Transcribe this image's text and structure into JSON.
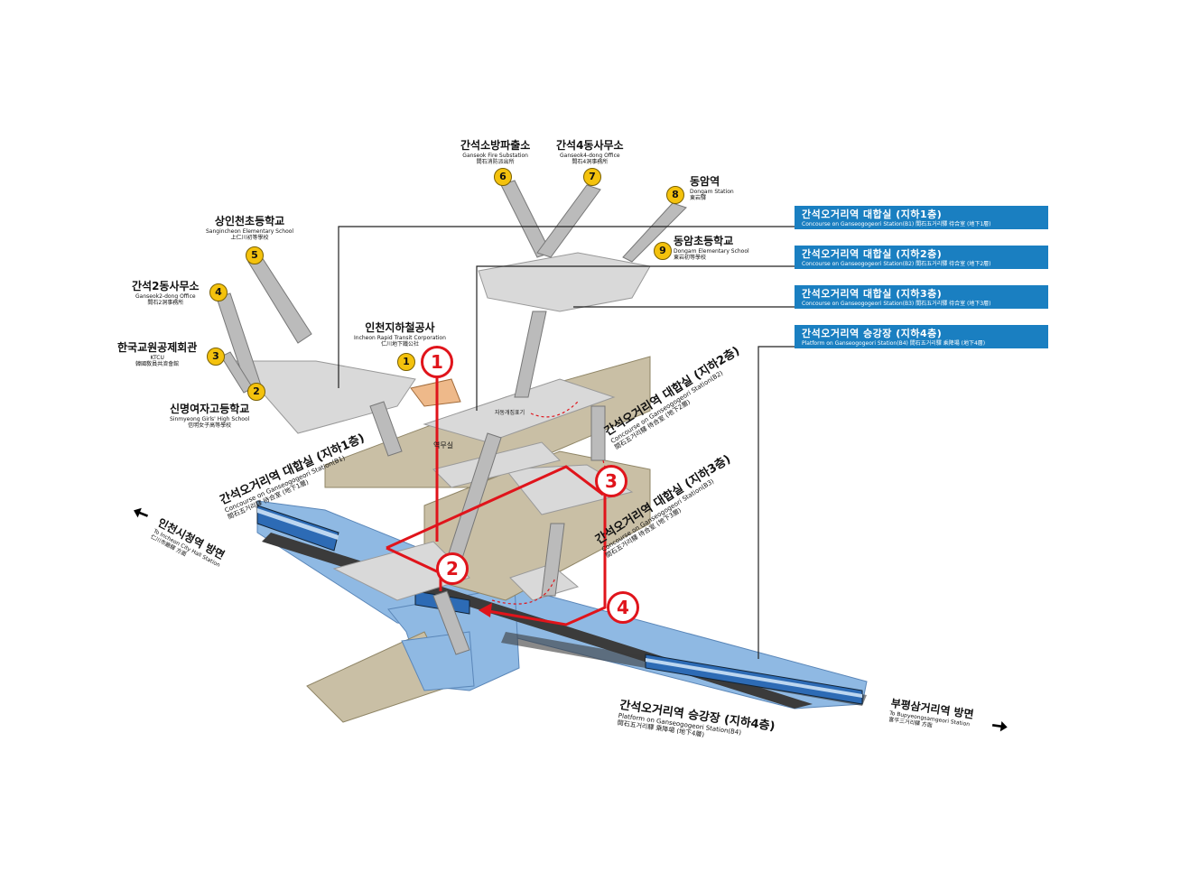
{
  "legend": [
    {
      "ko": "간석오거리역 대합실 (지하1층)",
      "en": "Concourse on Ganseogogeori Station(B1)   間石五거리驛 待合室 (地下1層)"
    },
    {
      "ko": "간석오거리역 대합실 (지하2층)",
      "en": "Concourse on Ganseogogeori Station(B2)   間石五거리驛 待合室 (地下2層)"
    },
    {
      "ko": "간석오거리역 대합실 (지하3층)",
      "en": "Concourse on Ganseogogeori Station(B3)   間石五거리驛 待合室 (地下3層)"
    },
    {
      "ko": "간석오거리역 승강장 (지하4층)",
      "en": "Platform on Ganseogogeori Station(B4)   間石五거리驛 乘降場 (地下4層)"
    }
  ],
  "exits": [
    {
      "num": "1",
      "ko": "인천지하철공사",
      "en": "Incheon Rapid Transit Corporation",
      "cn": "仁川地下鐵公社"
    },
    {
      "num": "2",
      "ko": "신명여자고등학교",
      "en": "Sinmyeong Girls' High School",
      "cn": "信明女子高等學校"
    },
    {
      "num": "3",
      "ko": "한국교원공제회관",
      "en": "KTCU",
      "cn": "韓國敎員共濟會館"
    },
    {
      "num": "4",
      "ko": "간석2동사무소",
      "en": "Ganseok2-dong Office",
      "cn": "間石2洞事務所"
    },
    {
      "num": "5",
      "ko": "상인천초등학교",
      "en": "Sangincheon Elementary School",
      "cn": "上仁川初等學校"
    },
    {
      "num": "6",
      "ko": "간석소방파출소",
      "en": "Ganseok Fire Substation",
      "cn": "間石消防派出所"
    },
    {
      "num": "7",
      "ko": "간석4동사무소",
      "en": "Ganseok4-dong Office",
      "cn": "間石4洞事務所"
    },
    {
      "num": "8",
      "ko": "동암역",
      "en": "Dongam Station",
      "cn": "東岩驛"
    },
    {
      "num": "9",
      "ko": "동암초등학교",
      "en": "Dongam Elementary School",
      "cn": "東岩初等學校"
    }
  ],
  "floors": {
    "b1": {
      "ko": "간석오거리역 대합실 (지하1층)",
      "en": "Concourse on Ganseogogeori Station(B1)",
      "cn": "間石五거리驛 待合室 (地下1層)"
    },
    "b2": {
      "ko": "간석오거리역 대합실 (지하2층)",
      "en": "Concourse on Ganseogogeori Station(B2)",
      "cn": "間石五거리驛 待合室 (地下2層)"
    },
    "b3": {
      "ko": "간석오거리역 대합실 (지하3층)",
      "en": "Concourse on Ganseogogeori Station(B3)",
      "cn": "間石五거리驛 待合室 (地下3層)"
    },
    "b4": {
      "ko": "간석오거리역 승강장 (지하4층)",
      "en": "Platform on Ganseogogeori Station(B4)",
      "cn": "間石五거리驛 乘降場 (地下4層)"
    }
  },
  "directions": {
    "left": {
      "ko": "인천시청역 방면",
      "en": "To Incheon City Hall Station",
      "cn": "仁川市廳驛 方面"
    },
    "right": {
      "ko": "부평삼거리역 방면",
      "en": "To Bupyeongsamgeori Station",
      "cn": "富平三거리驛 方面"
    }
  },
  "route_steps": [
    "1",
    "2",
    "3",
    "4"
  ],
  "small_labels": {
    "ticket_office": "역무실",
    "ticket_machine": "자동개집표기"
  },
  "colors": {
    "accent_blue": "#1a7fc1",
    "route_red": "#e0141b",
    "exit_yellow": "#f4c20d",
    "platform_blue": "#8fb9e3"
  }
}
